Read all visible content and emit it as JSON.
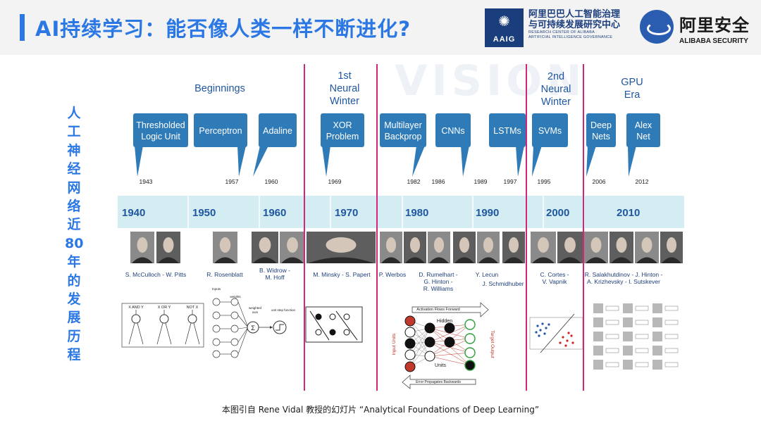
{
  "header": {
    "title": "AI持续学习：能否像人类一样不断进化?",
    "aaig_logo_text": "AAIG",
    "aaig_cn": [
      "阿里巴巴人工智能治理",
      "与可持续发展研究中心"
    ],
    "aaig_en": [
      "RESEARCH CENTER OF ALIBABA",
      "ARTIFICIAL INTELLIGENCE GOVERNANCE"
    ],
    "security_cn": "阿里安全",
    "security_en": "ALIBABA SECURITY",
    "accent": "#2b78e4"
  },
  "side_title": [
    "人",
    "工",
    "神",
    "经",
    "网",
    "络",
    "近",
    "80",
    "年",
    "的",
    "发",
    "展",
    "历",
    "程"
  ],
  "eras": [
    {
      "label": [
        "Beginnings"
      ]
    },
    {
      "label": [
        "1st",
        "Neural",
        "Winter"
      ]
    },
    {
      "label": [
        "2nd",
        "Neural",
        "Winter"
      ]
    },
    {
      "label": [
        "GPU",
        "Era"
      ]
    }
  ],
  "milestones": [
    {
      "label": [
        "Thresholded",
        "Logic Unit"
      ],
      "year": "1943"
    },
    {
      "label": [
        "Perceptron"
      ],
      "year": "1957"
    },
    {
      "label": [
        "Adaline"
      ],
      "year": "1960"
    },
    {
      "label": [
        "XOR",
        "Problem"
      ],
      "year": "1969"
    },
    {
      "label": [
        "Multilayer",
        "Backprop"
      ],
      "year": "1982"
    },
    {
      "label": [
        "CNNs"
      ],
      "year": "1986"
    },
    {
      "label": [
        "LSTMs"
      ],
      "year": "1989"
    },
    {
      "label": [
        "SVMs"
      ],
      "year": "1995"
    },
    {
      "label": [
        "Deep",
        "Nets"
      ],
      "year": "2006"
    },
    {
      "label": [
        "Alex",
        "Net"
      ],
      "year": "2012"
    },
    {
      "label": [],
      "year": "1997"
    }
  ],
  "decades": [
    "1940",
    "1950",
    "1960",
    "1970",
    "1980",
    "1990",
    "2000",
    "2010"
  ],
  "people": [
    [
      "S. McCulloch - W. Pitts"
    ],
    [
      "R. Rosenblatt"
    ],
    [
      "B. Widrow -",
      "M. Hoff"
    ],
    [
      "M. Minsky - S. Papert"
    ],
    [
      "P. Werbos"
    ],
    [
      "D. Rumelhart -",
      "G. Hinton -",
      "R. Williams"
    ],
    [
      "Y. Lecun"
    ],
    [
      "J. Schmidhuber"
    ],
    [
      "C. Cortes -",
      "V. Vapnik"
    ],
    [
      "R. Salakhutdinov - J. Hinton -",
      "A. Krizhevsky - I. Sutskever"
    ]
  ],
  "diagrams": {
    "logic": [
      "X AND Y",
      "X OR Y",
      "NOT X"
    ],
    "perceptron": [
      "Inputs",
      "weights",
      "weighted",
      "sum",
      "unit step function"
    ],
    "backprop": [
      "Activation Flows Forward",
      "Hidden",
      "Units",
      "Input Units",
      "Target Output",
      "Error Propagates Backwards"
    ]
  },
  "footer": "本图引自 Rene Vidal 教授的幻灯片 “Analytical Foundations of Deep Learning”",
  "colors": {
    "callout": "#2f7bb8",
    "band": "#d4edf2",
    "divider": "#d0277a",
    "decade_text": "#1f57a0"
  }
}
